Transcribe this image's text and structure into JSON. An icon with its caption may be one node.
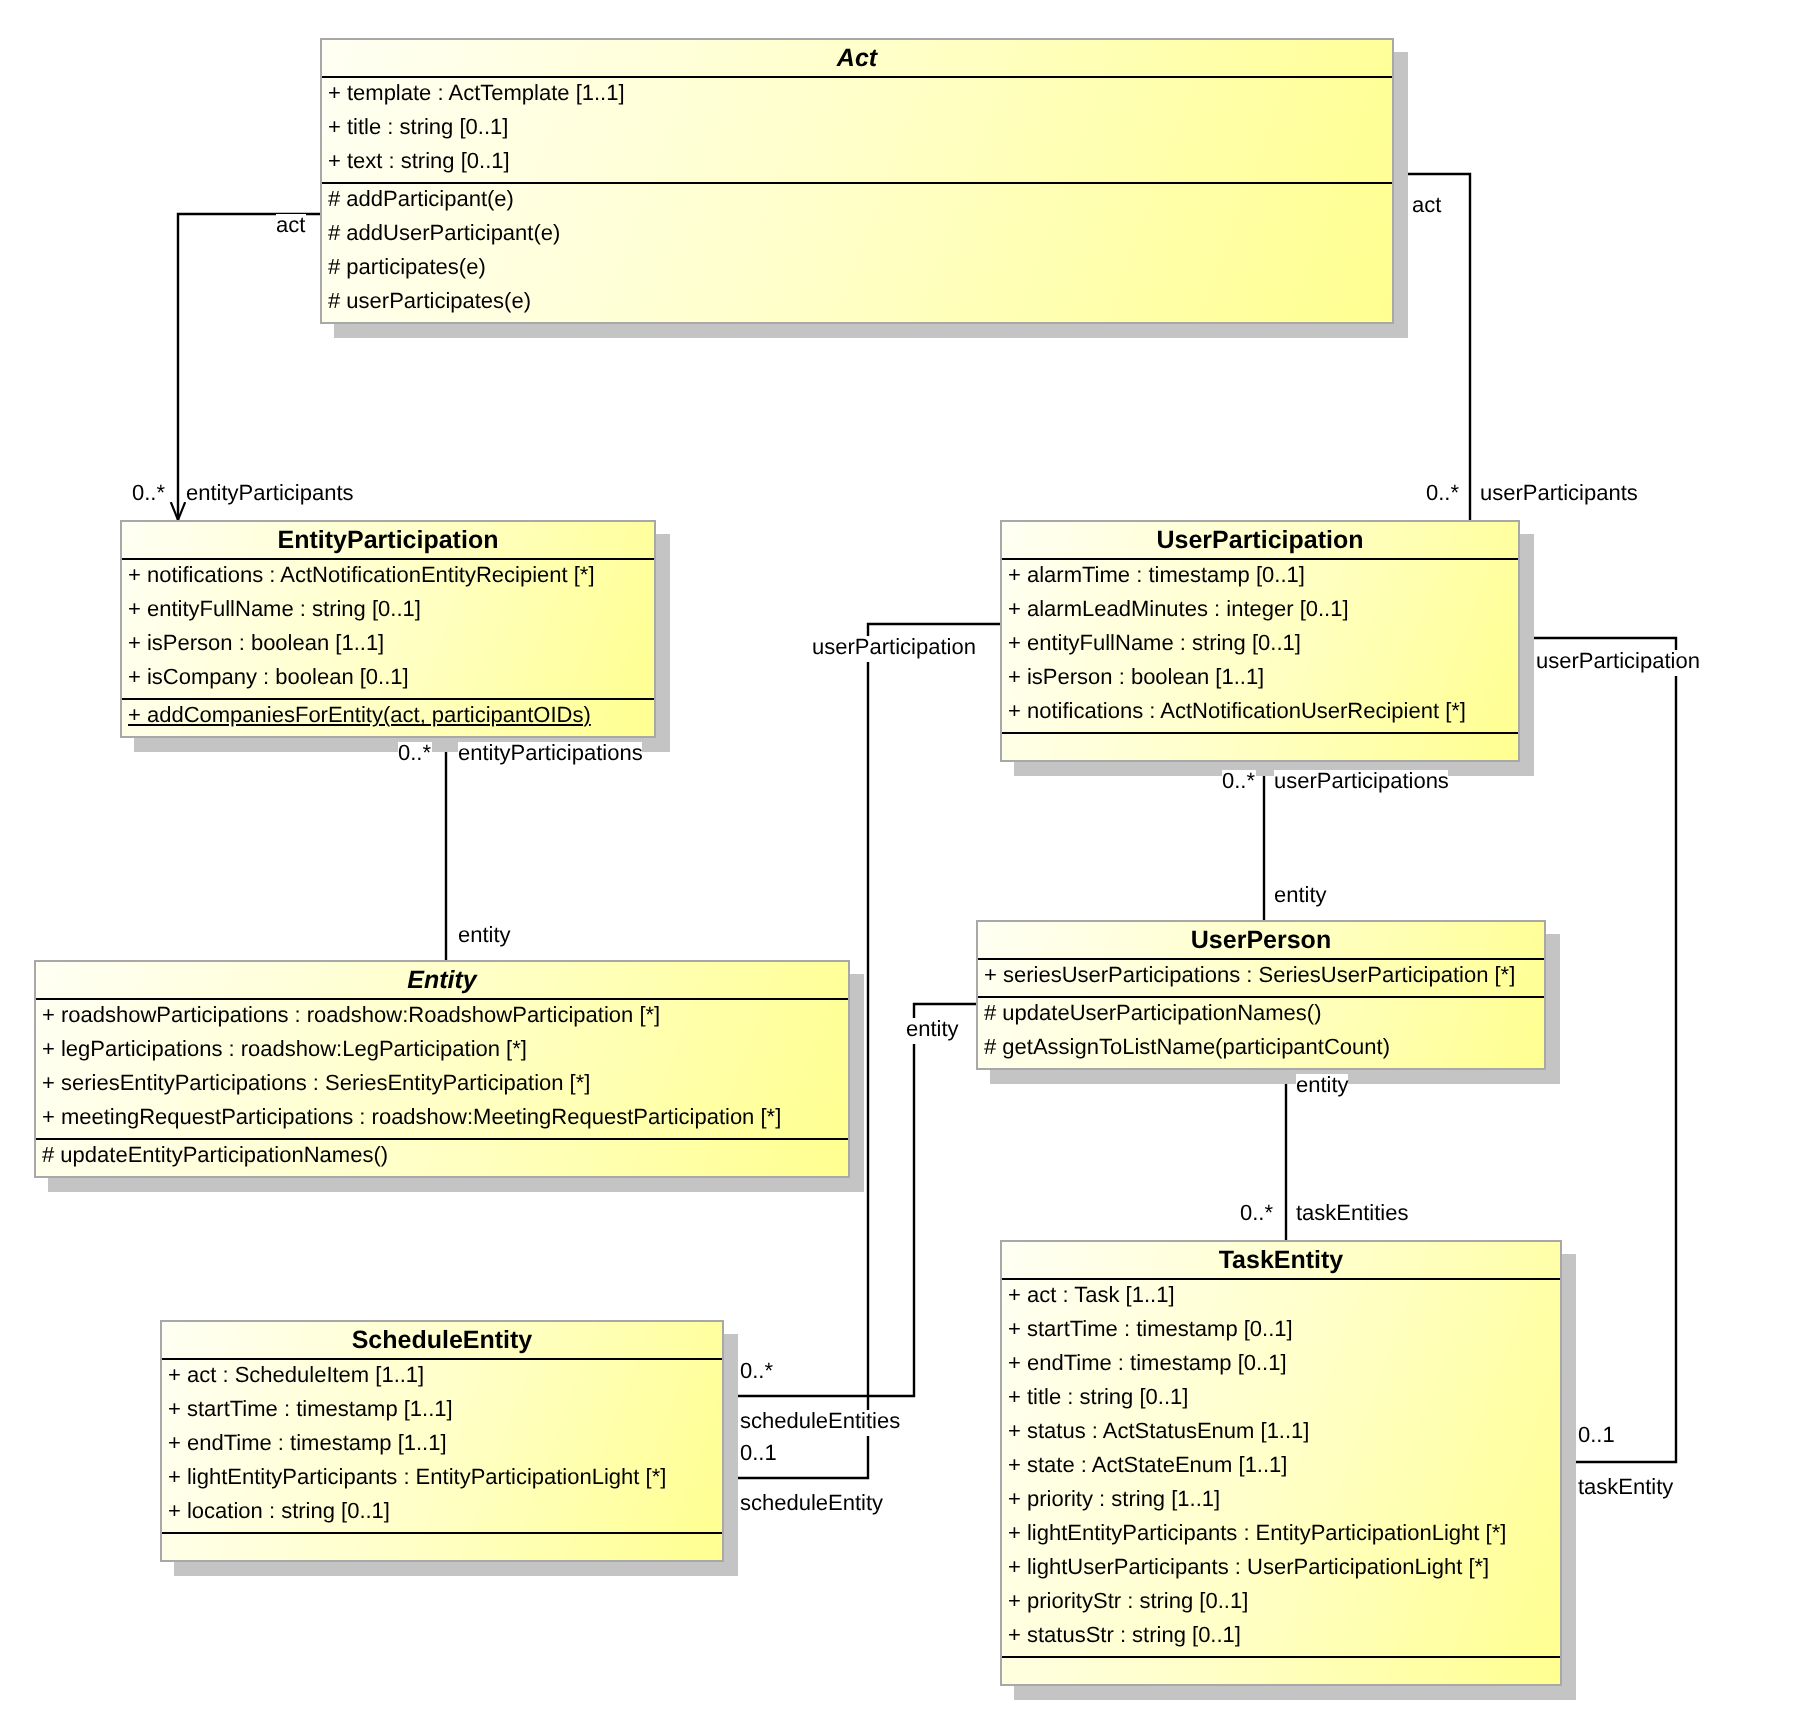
{
  "diagram": {
    "nodes": [
      {
        "text": [
          "Act",
          "+ template : ActTemplate [1..1]",
          "+ title : string [0..1]",
          "+ text : string [0..1]",
          "# addParticipant(e)",
          "# addUserParticipant(e)",
          "# participates(e)",
          "# userParticipates(e)"
        ]
      },
      {
        "text": [
          "EntityParticipation",
          "+ notifications : ActNotificationEntityRecipient [*]",
          "+ entityFullName : string [0..1]",
          "+ isPerson : boolean [1..1]",
          "+ isCompany : boolean [0..1]",
          "+ addCompaniesForEntity(act, participantOIDs)"
        ]
      },
      {
        "text": [
          "UserParticipation",
          "+ alarmTime : timestamp [0..1]",
          "+ alarmLeadMinutes : integer [0..1]",
          "+ entityFullName : string [0..1]",
          "+ isPerson : boolean [1..1]",
          "+ notifications : ActNotificationUserRecipient [*]"
        ]
      },
      {
        "text": [
          "Entity",
          "+ roadshowParticipations : roadshow:RoadshowParticipation [*]",
          "+ legParticipations : roadshow:LegParticipation [*]",
          "+ seriesEntityParticipations : SeriesEntityParticipation [*]",
          "+ meetingRequestParticipations : roadshow:MeetingRequestParticipation [*]",
          "# updateEntityParticipationNames()"
        ]
      },
      {
        "text": [
          "UserPerson",
          "+ seriesUserParticipations : SeriesUserParticipation [*]",
          "# updateUserParticipationNames()",
          "# getAssignToListName(participantCount)"
        ]
      },
      {
        "text": [
          "ScheduleEntity",
          "+ act : ScheduleItem [1..1]",
          "+ startTime : timestamp [1..1]",
          "+ endTime : timestamp [1..1]",
          "+ lightEntityParticipants : EntityParticipationLight [*]",
          "+ location : string [0..1]"
        ]
      },
      {
        "text": [
          "TaskEntity",
          "+ act : Task [1..1]",
          "+ startTime : timestamp [0..1]",
          "+ endTime : timestamp [0..1]",
          "+ title : string [0..1]",
          "+ status : ActStatusEnum [1..1]",
          "+ state : ActStateEnum [1..1]",
          "+ priority : string [1..1]",
          "+ lightEntityParticipants : EntityParticipationLight [*]",
          "+ lightUserParticipants : UserParticipationLight [*]",
          "+ priorityStr : string [0..1]",
          "+ statusStr : string [0..1]"
        ]
      }
    ],
    "edges": [
      {
        "from": 0,
        "to": 1,
        "arrow": "to"
      },
      {
        "from": 0,
        "to": 2,
        "arrow": "none"
      },
      {
        "from": 1,
        "to": 3,
        "arrow": "none"
      },
      {
        "from": 2,
        "to": 4,
        "arrow": "none"
      },
      {
        "from": 4,
        "to": 6,
        "arrow": "none"
      },
      {
        "from": 4,
        "to": 5,
        "arrow": "none"
      },
      {
        "from": 2,
        "to": 5,
        "arrow": "none"
      },
      {
        "from": 2,
        "to": 6,
        "arrow": "none"
      }
    ],
    "labels": [
      "act",
      "act",
      "0..*",
      "entityParticipants",
      "0..*",
      "userParticipants",
      "userParticipation",
      "userParticipation",
      "0..*",
      "entityParticipations",
      "0..*",
      "userParticipations",
      "entity",
      "entity",
      "entity",
      "entity",
      "0..*",
      "taskEntities",
      "0..*",
      "scheduleEntities",
      "0..1",
      "0..1",
      "taskEntity",
      "scheduleEntity"
    ]
  }
}
